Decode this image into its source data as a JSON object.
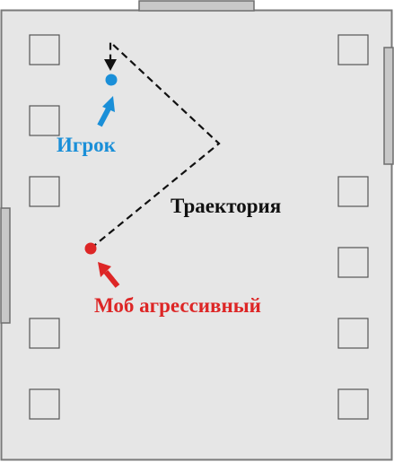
{
  "labels": {
    "player": "Игрок",
    "trajectory": "Траектория",
    "mob": "Моб агрессивный"
  },
  "colors": {
    "floor": "#e6e6e6",
    "wall_outline": "#7a7a7a",
    "door": "#c8c8c8",
    "player": "#1a8fd8",
    "mob": "#dd2626",
    "path": "#111111"
  }
}
